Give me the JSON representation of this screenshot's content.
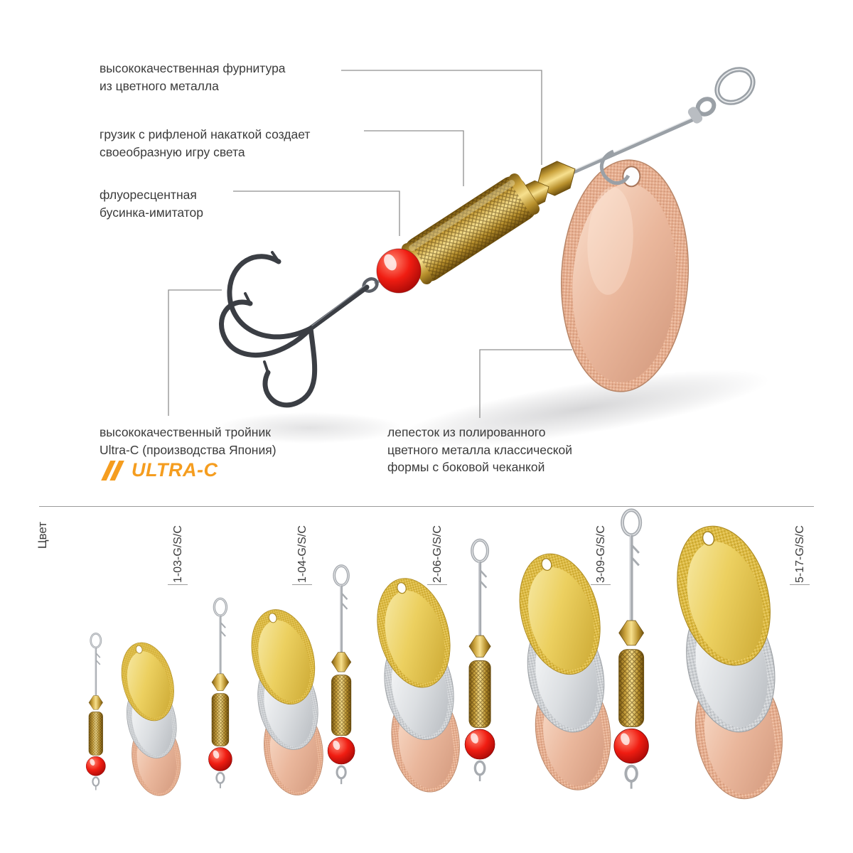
{
  "annotations": {
    "fittings": "высококачественная фурнитура\nиз цветного металла",
    "weight": "грузик с рифленой накаткой создает\nсвоеобразную игру света",
    "bead": "флуоресцентная\nбусинка-имитатор",
    "hook": "высококачественный тройник\nUltra-C (производства Япония)",
    "blade": "лепесток из полированного\nцветного металла классической\nформы с боковой чеканкой"
  },
  "logo": {
    "text": "ULTRA-C",
    "color": "#f59d1f"
  },
  "size_chart": {
    "axis_label": "Цвет",
    "items": [
      {
        "label": "1-03-G/S/C"
      },
      {
        "label": "1-04-G/S/C"
      },
      {
        "label": "2-06-G/S/C"
      },
      {
        "label": "3-09-G/S/C"
      },
      {
        "label": "5-17-G/S/C"
      }
    ]
  },
  "colors": {
    "gold": "#e2bf47",
    "silver": "#d6d9dc",
    "copper": "#e8b295",
    "brass": "#c09a3a",
    "bead_red": "#e31010",
    "callout_line": "#8f8f8f",
    "text": "#3b3b3b"
  }
}
